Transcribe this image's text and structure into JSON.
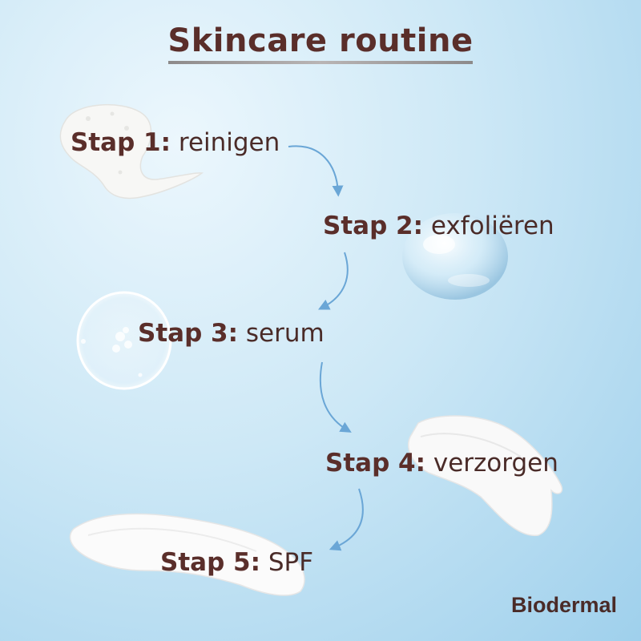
{
  "title": "Skincare routine",
  "steps": [
    {
      "label": "Stap 1:",
      "text": "reinigen"
    },
    {
      "label": "Stap 2:",
      "text": "exfoliëren"
    },
    {
      "label": "Stap 3:",
      "text": "serum"
    },
    {
      "label": "Stap 4:",
      "text": "verzorgen"
    },
    {
      "label": "Stap 5:",
      "text": "SPF"
    }
  ],
  "brand": "Biodermal",
  "colors": {
    "text": "#5a2e2a",
    "arrow": "#6aa6d6",
    "background": "#cde8f6"
  },
  "icons": [
    "foam-swatch-icon",
    "water-drop-icon",
    "gel-drop-icon",
    "cream-swatch-icon",
    "lotion-swatch-icon"
  ]
}
